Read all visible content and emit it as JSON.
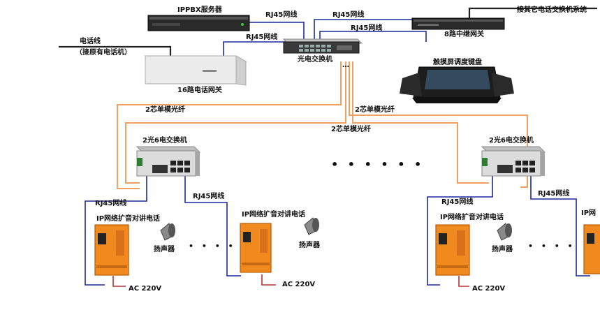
{
  "devices": {
    "ippbx": "IPPBX服务器",
    "gw16": "16路电话网关",
    "gw8": "8路中继网关",
    "core_switch": "光电交换机",
    "console": "触摸屏调度键盘",
    "switch_left": "2光6电交换机",
    "switch_right": "2光6电交换机"
  },
  "labels": {
    "phone_line": "电话线",
    "existing_phone": "（接原有电话机）",
    "other_system": "接其它电话交换机系统",
    "rj45": "RJ45网线",
    "fiber": "2芯单模光纤",
    "ip_phone": "IP网络扩音对讲电话",
    "ip_phone_partial": "IP网",
    "speaker": "扬声器",
    "ac": "AC 220V",
    "dots_small": "…",
    "dots_mid": "• • •  • • •",
    "dots_row": "• • • •"
  },
  "colors": {
    "rj45": "#1a2a9c",
    "fiber": "#f0a060",
    "power": "#b83030",
    "phone": "#222222",
    "phone_body": "#f08a1e"
  }
}
